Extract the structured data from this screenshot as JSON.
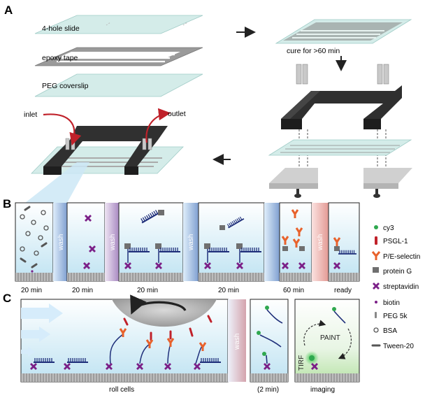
{
  "panel_a": {
    "letter": "A",
    "layer_labels": [
      "4-hole slide",
      "epoxy tape",
      "PEG coverslip"
    ],
    "cure_label": "cure for >60 min",
    "inlet_label": "inlet",
    "outlet_label": "outlet"
  },
  "panel_b": {
    "letter": "B",
    "wash_label": "wash",
    "step_times": [
      "20 min",
      "20 min",
      "20 min",
      "20 min",
      "60 min",
      "ready"
    ]
  },
  "panel_c": {
    "letter": "C",
    "wash_label": "wash",
    "roll_label": "roll cells",
    "wash_time_label": "(2 min)",
    "imaging_label": "imaging",
    "paint_label": "PAINT",
    "tirf_label": "TIRF"
  },
  "legend": {
    "items": [
      {
        "label": "cy3",
        "icon": "green-dot-icon"
      },
      {
        "label": "PSGL-1",
        "icon": "red-bar-icon"
      },
      {
        "label": "P/E-selectin",
        "icon": "orange-y-icon"
      },
      {
        "label": "protein G",
        "icon": "gray-block-icon"
      },
      {
        "label": "streptavidin",
        "icon": "purple-cross-icon"
      },
      {
        "label": "biotin",
        "icon": "purple-dot-icon"
      },
      {
        "label": "PEG 5k",
        "icon": "gray-stem-icon"
      },
      {
        "label": "BSA",
        "icon": "ring-icon"
      },
      {
        "label": "Tween-20",
        "icon": "gray-bar-icon"
      }
    ]
  },
  "colors": {
    "glass": "#cfe9e6",
    "tape": "#9a9a9a",
    "holder": "#3a3a3a",
    "streptavidin": "#7b1f87",
    "dna": "#1f2f7a",
    "selectin": "#e8622c",
    "psgl": "#c0212a",
    "cy3": "#2fa84f",
    "proteinG": "#6f6f6f"
  }
}
